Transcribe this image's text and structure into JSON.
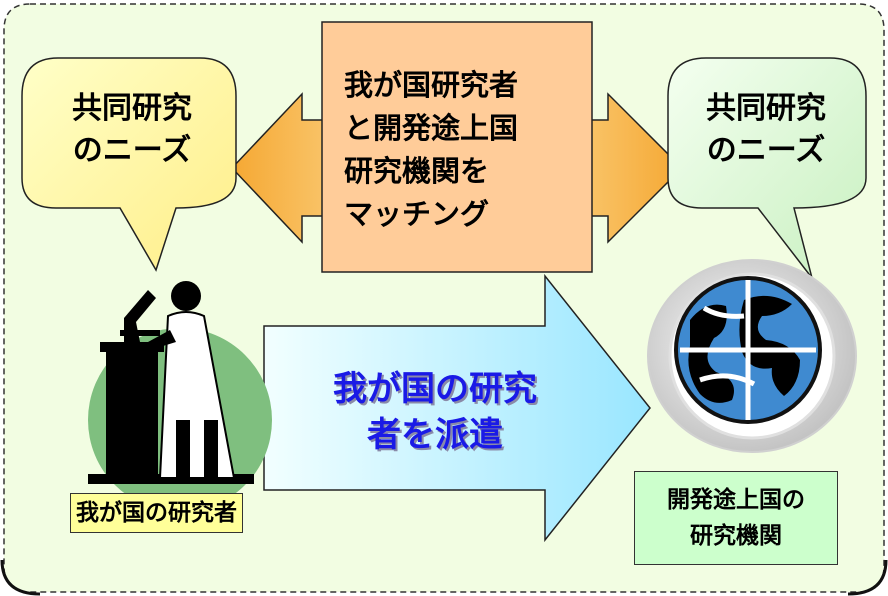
{
  "left_bubble": {
    "lines": [
      "共同研究",
      "のニーズ"
    ]
  },
  "right_bubble": {
    "lines": [
      "共同研究",
      "のニーズ"
    ]
  },
  "center_box": {
    "lines": [
      "我が国研究者",
      "と開発途上国",
      "研究機関を",
      "マッチング"
    ]
  },
  "dispatch_arrow": {
    "lines": [
      "我が国の研究",
      "者を派遣"
    ]
  },
  "researcher_label": "我が国の研究者",
  "institution_label": {
    "lines": [
      "開発途上国の",
      "研究機関"
    ]
  },
  "colors": {
    "frame_bg": "#f2fde2",
    "left_bubble": "#ffffb0",
    "right_bubble": "#e2f7d9",
    "center_box": "#ffcc99",
    "double_arrow": "#f7ad3a",
    "dispatch_arrow": "#bff0ff",
    "dispatch_text": "#1a1ae6",
    "researcher_label": "#ffff99",
    "institution_label": "#ccffcc",
    "researcher_circle": "#7fbf7f",
    "globe": "#3f8ad0"
  },
  "icons": [
    "scientist-with-microscope-icon",
    "globe-emblem-icon"
  ]
}
